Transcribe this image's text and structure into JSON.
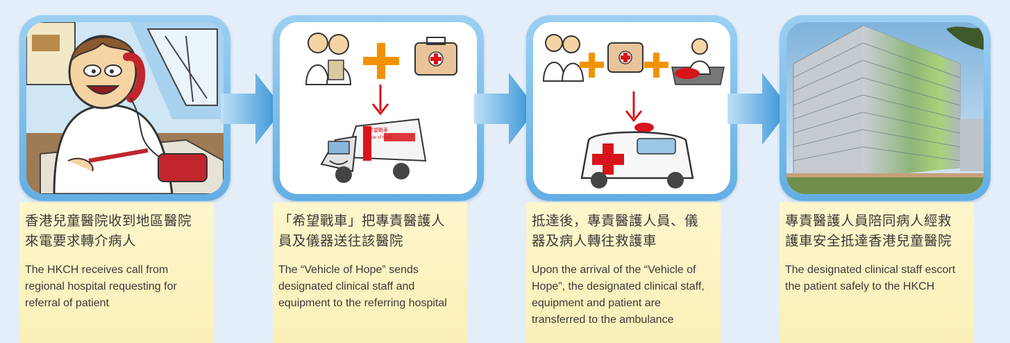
{
  "steps": [
    {
      "zh": "香港兒童醫院收到地區醫院來電要求轉介病人",
      "en": "The HKCH receives call from regional hospital requesting for referral of patient"
    },
    {
      "zh": "「希望戰車」把專責醫護人員及儀器送往該醫院",
      "en": "The “Vehicle of Hope” sends designated clinical staff and equipment to the referring hospital",
      "van_label_zh": "希望戰車",
      "van_label_en": "Vehicle of Hope"
    },
    {
      "zh": "抵達後，專責醫護人員、儀器及病人轉往救護車",
      "en": "Upon the arrival of the “Vehicle of Hope”, the designated clinical staff, equipment and patient are transferred to the ambulance"
    },
    {
      "zh": "專責醫護人員陪同病人經救護車安全抵達香港兒童醫院",
      "en": "The designated clinical staff escort the patient safely to the HKCH"
    }
  ],
  "colors": {
    "card_border": "#6fb6e8",
    "caption_bg": "#fbf0b8",
    "arrow": "#3a9ad9",
    "plus": "#f39200",
    "down_arrow": "#d7141a"
  },
  "icons": [
    "phone-call-illustration",
    "staff-equipment-van-illustration",
    "staff-equipment-ambulance-illustration",
    "hospital-building-photo"
  ]
}
